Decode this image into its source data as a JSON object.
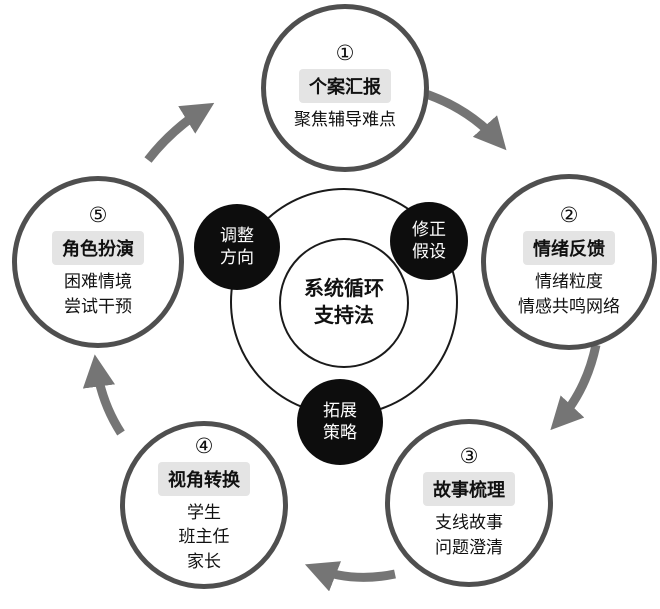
{
  "center": {
    "line1": "系统循环",
    "line2": "支持法"
  },
  "hub_nodes": [
    {
      "line1": "调整",
      "line2": "方向"
    },
    {
      "line1": "修正",
      "line2": "假设"
    },
    {
      "line1": "拓展",
      "line2": "策略"
    }
  ],
  "stages": [
    {
      "number": "①",
      "title": "个案汇报",
      "lines": [
        "聚焦辅导难点"
      ]
    },
    {
      "number": "②",
      "title": "情绪反馈",
      "lines": [
        "情绪粒度",
        "情感共鸣网络"
      ]
    },
    {
      "number": "③",
      "title": "故事梳理",
      "lines": [
        "支线故事",
        "问题澄清"
      ]
    },
    {
      "number": "④",
      "title": "视角转换",
      "lines": [
        "学生",
        "班主任",
        "家长"
      ]
    },
    {
      "number": "⑤",
      "title": "角色扮演",
      "lines": [
        "困难情境",
        "尝试干预"
      ]
    }
  ],
  "colors": {
    "background": "#ffffff",
    "circle_border": "#4f4f4f",
    "arrow": "#757575",
    "badge_bg": "#e4e4e4",
    "hub_node_bg": "#0d0d0d",
    "hub_node_text": "#ffffff",
    "ring_stroke": "#1a1a1a"
  }
}
